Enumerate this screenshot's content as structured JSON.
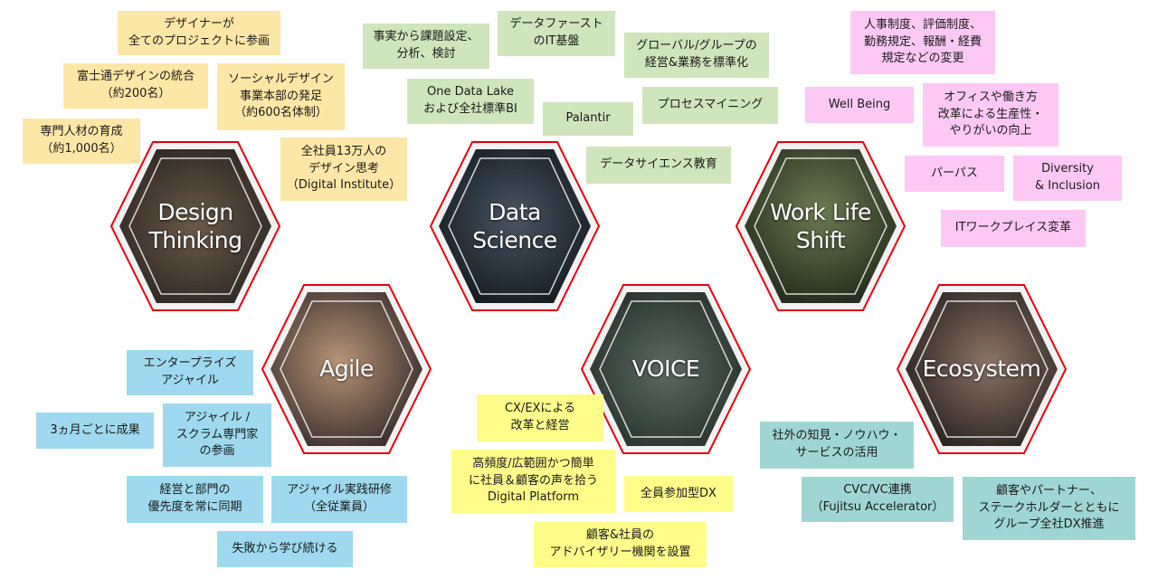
{
  "colors": {
    "hex_border_red": "#e60012",
    "design": "#fde7a6",
    "data": "#cfe5bc",
    "worklife": "#fdc9f4",
    "agile": "#9ed9ef",
    "voice": "#fffc8a",
    "ecosystem": "#9fd6d3"
  },
  "hexagons": {
    "design": "Design\nThinking",
    "data": "Data\nScience",
    "worklife": "Work Life\nShift",
    "agile": "Agile",
    "voice": "VOICE",
    "ecosystem": "Ecosystem"
  },
  "design_tags": [
    "デザイナーが\n全てのプロジェクトに参画",
    "富士通デザインの統合\n（約200名）",
    "ソーシャルデザイン\n事業本部の発足\n（約600名体制）",
    "専門人材の育成\n（約1,000名）",
    "全社員13万人の\nデザイン思考\n（Digital Institute）"
  ],
  "data_tags": [
    "事実から課題設定、\n分析、検討",
    "データファースト\nのIT基盤",
    "グローバル/グループの\n経営&業務を標準化",
    "One Data Lake\nおよび全社標準BI",
    "Palantir",
    "プロセスマイニング",
    "データサイエンス教育"
  ],
  "worklife_tags": [
    "人事制度、評価制度、\n勤務規定、報酬・経費\n規定などの変更",
    "Well Being",
    "オフィスや働き方\n改革による生産性・\nやりがいの向上",
    "パーパス",
    "Diversity\n& Inclusion",
    "ITワークプレイス変革"
  ],
  "agile_tags": [
    "エンタープライズ\nアジャイル",
    "3ヵ月ごとに成果",
    "アジャイル /\nスクラム専門家\nの参画",
    "経営と部門の\n優先度を常に同期",
    "アジャイル実践研修\n（全従業員）",
    "失敗から学び続ける"
  ],
  "voice_tags": [
    "CX/EXによる\n改革と経営",
    "高頻度/広範囲かつ簡単\nに社員＆顧客の声を拾う\nDigital Platform",
    "全員参加型DX",
    "顧客&社員の\nアドバイザリー機関を設置"
  ],
  "ecosystem_tags": [
    "社外の知見・ノウハウ・\nサービスの活用",
    "CVC/VC連携\n（Fujitsu Accelerator）",
    "顧客やパートナー、\nステークホルダーとともに\nグループ全社DX推進"
  ]
}
